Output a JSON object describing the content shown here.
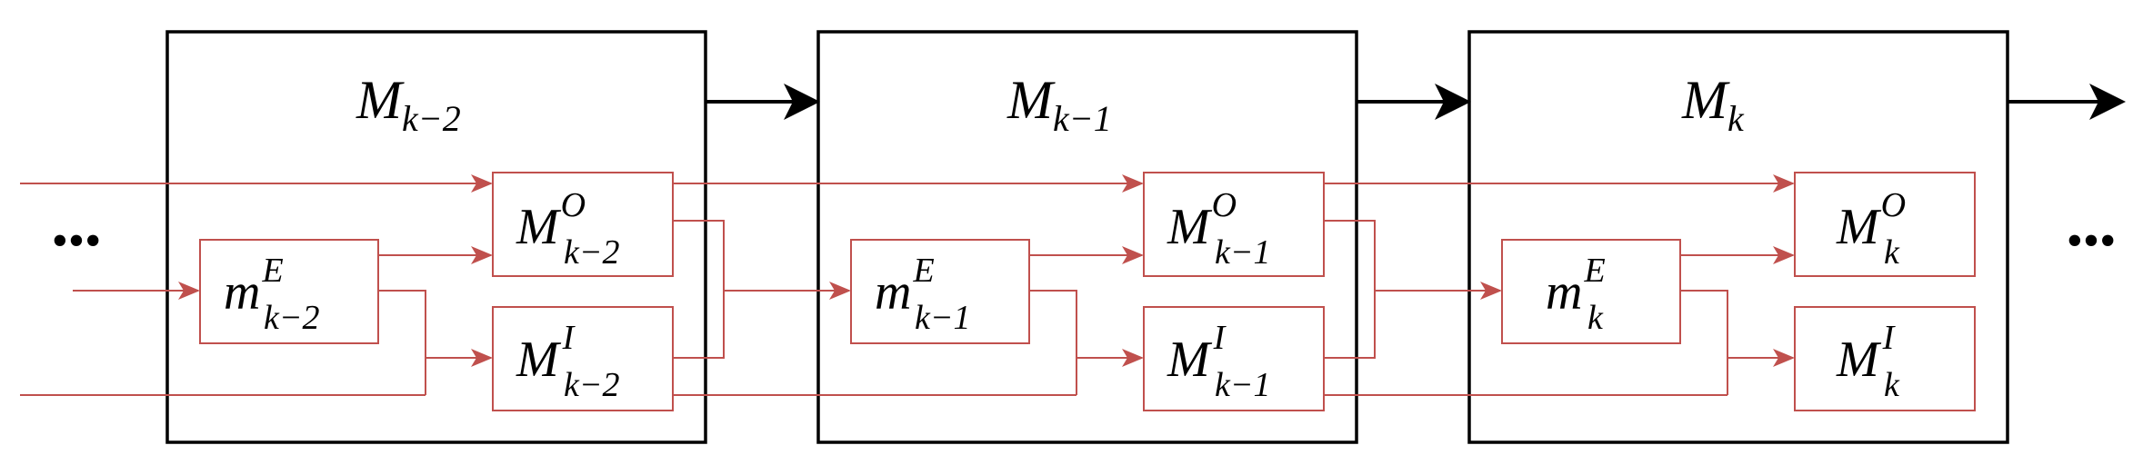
{
  "colors": {
    "block_border": "#000000",
    "signal": "#c0504d",
    "text": "#000000"
  },
  "ellipsis": "•••",
  "blocks": [
    {
      "label": {
        "main": "M",
        "sub": "k−2"
      },
      "output": {
        "main": "M",
        "sup": "O",
        "sub": "k−2"
      },
      "inner": {
        "main": "M",
        "sup": "I",
        "sub": "k−2"
      },
      "estimator": {
        "main": "m",
        "sup": "E",
        "sub": "k−2"
      }
    },
    {
      "label": {
        "main": "M",
        "sub": "k−1"
      },
      "output": {
        "main": "M",
        "sup": "O",
        "sub": "k−1"
      },
      "inner": {
        "main": "M",
        "sup": "I",
        "sub": "k−1"
      },
      "estimator": {
        "main": "m",
        "sup": "E",
        "sub": "k−1"
      }
    },
    {
      "label": {
        "main": "M",
        "sub": "k"
      },
      "output": {
        "main": "M",
        "sup": "O",
        "sub": "k"
      },
      "inner": {
        "main": "M",
        "sup": "I",
        "sub": "k"
      },
      "estimator": {
        "main": "m",
        "sup": "E",
        "sub": "k"
      }
    }
  ]
}
